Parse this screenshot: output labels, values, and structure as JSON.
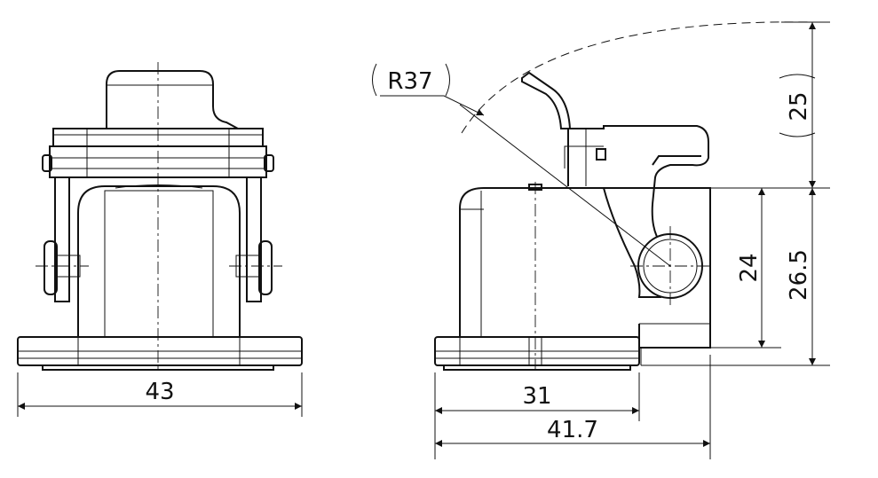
{
  "drawing": {
    "dimensions": {
      "front_width": "43",
      "side_base_width": "31",
      "side_total_width": "41.7",
      "lever_radius": "R37",
      "lever_height": "25",
      "body_height": "24",
      "total_body_height": "26.5"
    }
  }
}
